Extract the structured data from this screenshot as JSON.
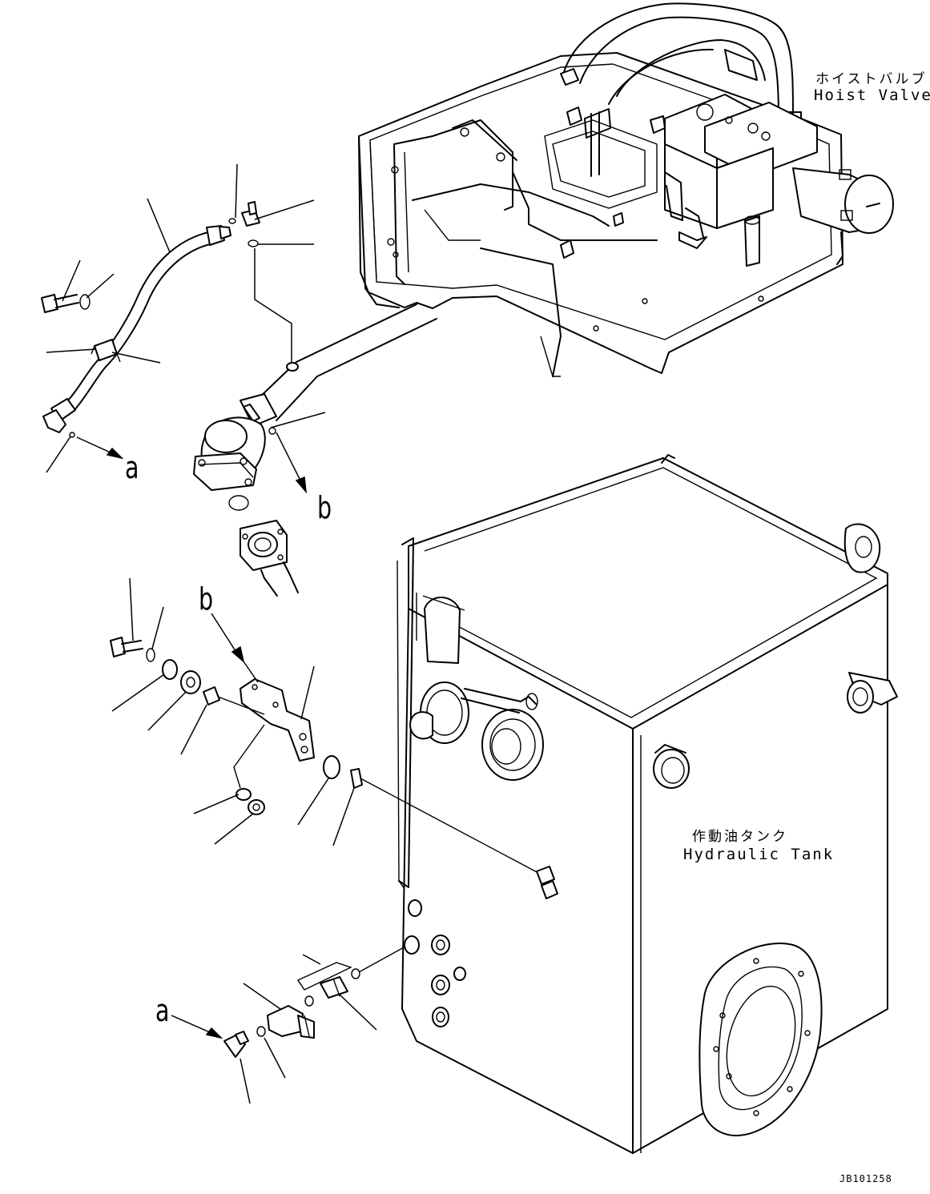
{
  "diagram": {
    "labels": {
      "hoist_valve_jp": "ホイストバルブ",
      "hoist_valve_en": "Hoist Valve",
      "hydraulic_tank_jp": "作動油タンク",
      "hydraulic_tank_en": "Hydraulic Tank"
    },
    "reference_letters": {
      "a_top": "a",
      "b_top": "b",
      "b_mid": "b",
      "a_bottom": "a"
    },
    "drawing_code": "JB101258"
  }
}
